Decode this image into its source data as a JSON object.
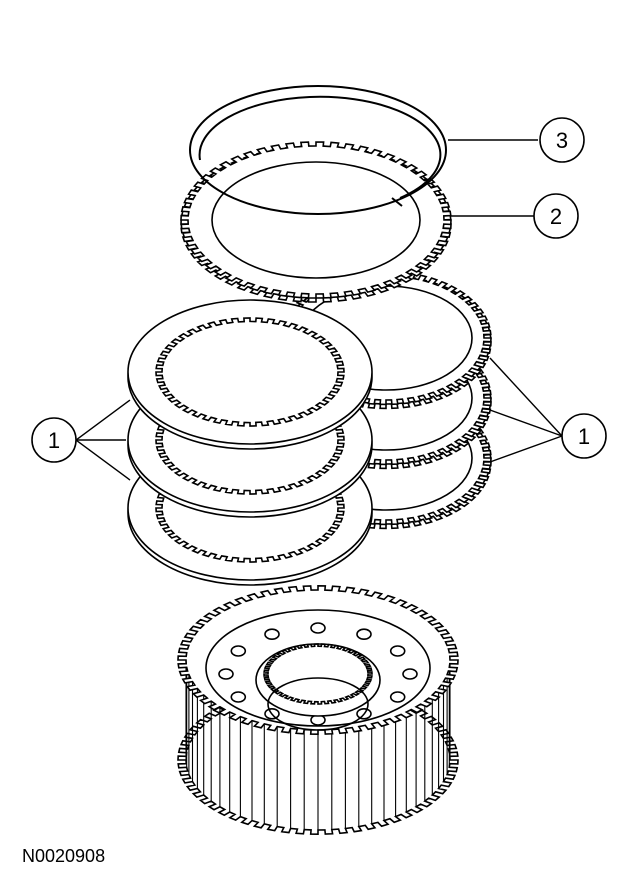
{
  "figure": {
    "code": "N0020908",
    "callouts": [
      {
        "id": "3",
        "label": "3"
      },
      {
        "id": "2",
        "label": "2"
      },
      {
        "id": "1-left",
        "label": "1"
      },
      {
        "id": "1-right",
        "label": "1"
      }
    ]
  },
  "colors": {
    "ink": "#000000",
    "paper": "#ffffff"
  }
}
